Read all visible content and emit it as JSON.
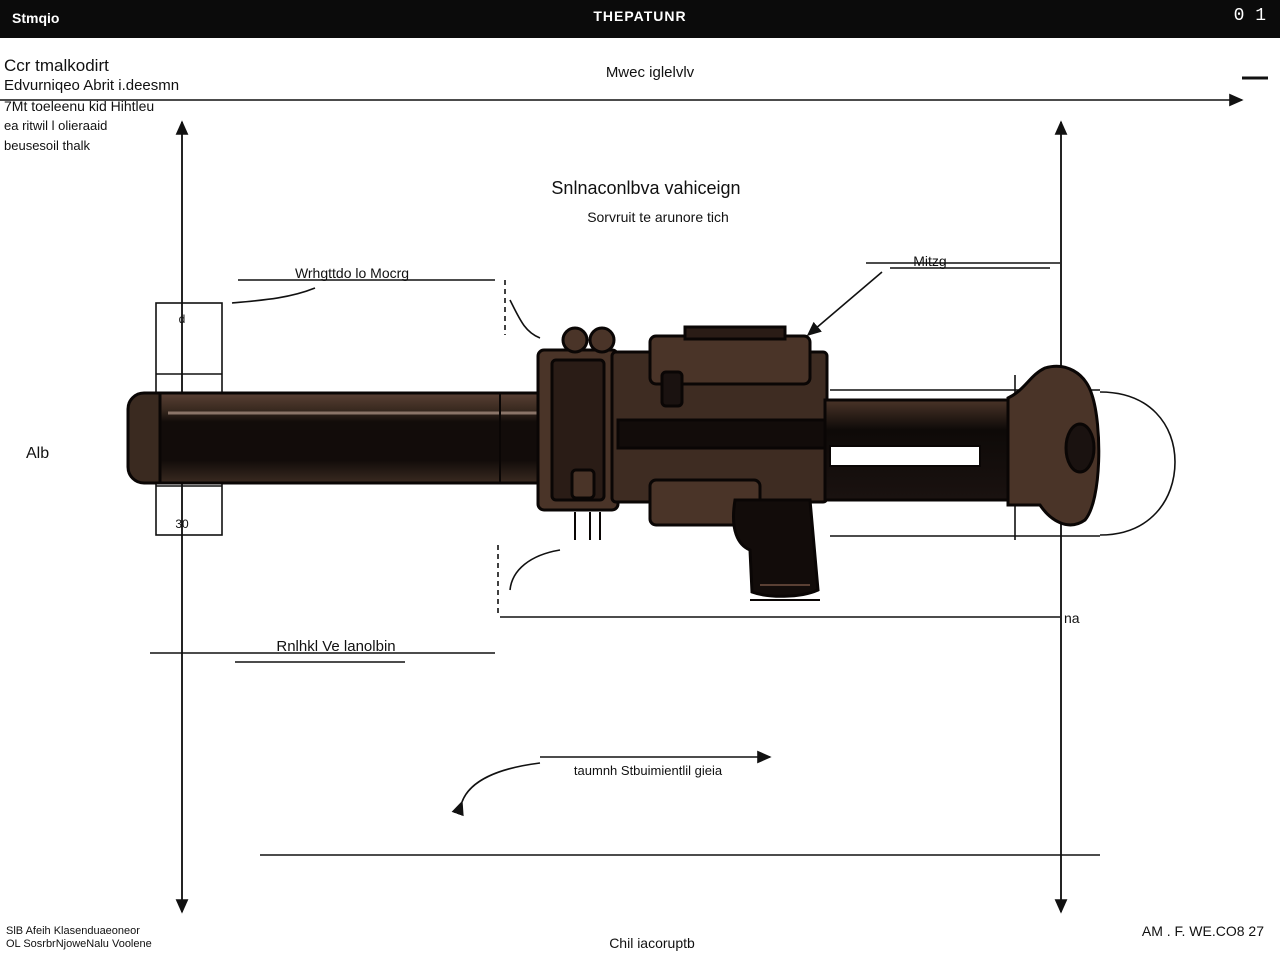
{
  "topbar": {
    "left": "Stmqio",
    "center": "THEPATUNR",
    "right": "0 1"
  },
  "corner_note": [
    "Ccr tmalkodirt",
    "Edvurniqeo Abrit  i.deesmn",
    "7Mt toeleenu kid Hihtleu",
    "ea ritwil l olieraaid",
    "beusesoil thalk"
  ],
  "labels": {
    "top_dimension": "Mwec iglelvlv",
    "title": "Snlnaconlbva vahiceign",
    "subtitle": "Sorvruit te arunore tich",
    "left_callout": "Wrhgttdo lo Mocrg",
    "right_callout": "Mitzg",
    "left_marker_top": "d",
    "left_marker_bottom": "30",
    "left_side": "Alb",
    "right_end_label": "na",
    "mid_left_callout": "Rnlhkl Ve lanolbin",
    "lower_callout": "taumnh Stbuimientlil gieia",
    "footer_left": [
      "SlB Afeih Klasenduaeoneor",
      "OL SosrbrNjoweNalu Voolene"
    ],
    "footer_center": "Chil iacoruptb",
    "footer_right": "AM . F. WE.CO8 27"
  },
  "colors": {
    "barrel_brown": "#3a2a20",
    "barrel_dark": "#120c0a",
    "receiver": "#4a3428",
    "highlight": "#8a7468",
    "line": "#111111"
  }
}
